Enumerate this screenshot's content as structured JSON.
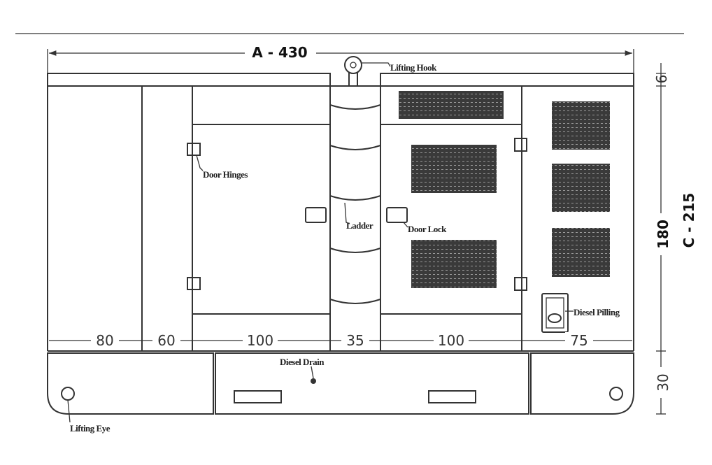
{
  "title_dimension": "A - 430",
  "height_total": "C - 215",
  "height_body": "180",
  "height_roof": "6",
  "height_base": "30",
  "widths": [
    "80",
    "60",
    "100",
    "35",
    "100",
    "75"
  ],
  "labels": {
    "lifting_hook": "Lifting Hook",
    "door_hinges": "Door Hinges",
    "ladder": "Ladder",
    "door_lock": "Door Lock",
    "diesel_filling": "Diesel Pilling",
    "diesel_drain": "Diesel Drain",
    "lifting_eye": "Lifting Eye"
  }
}
